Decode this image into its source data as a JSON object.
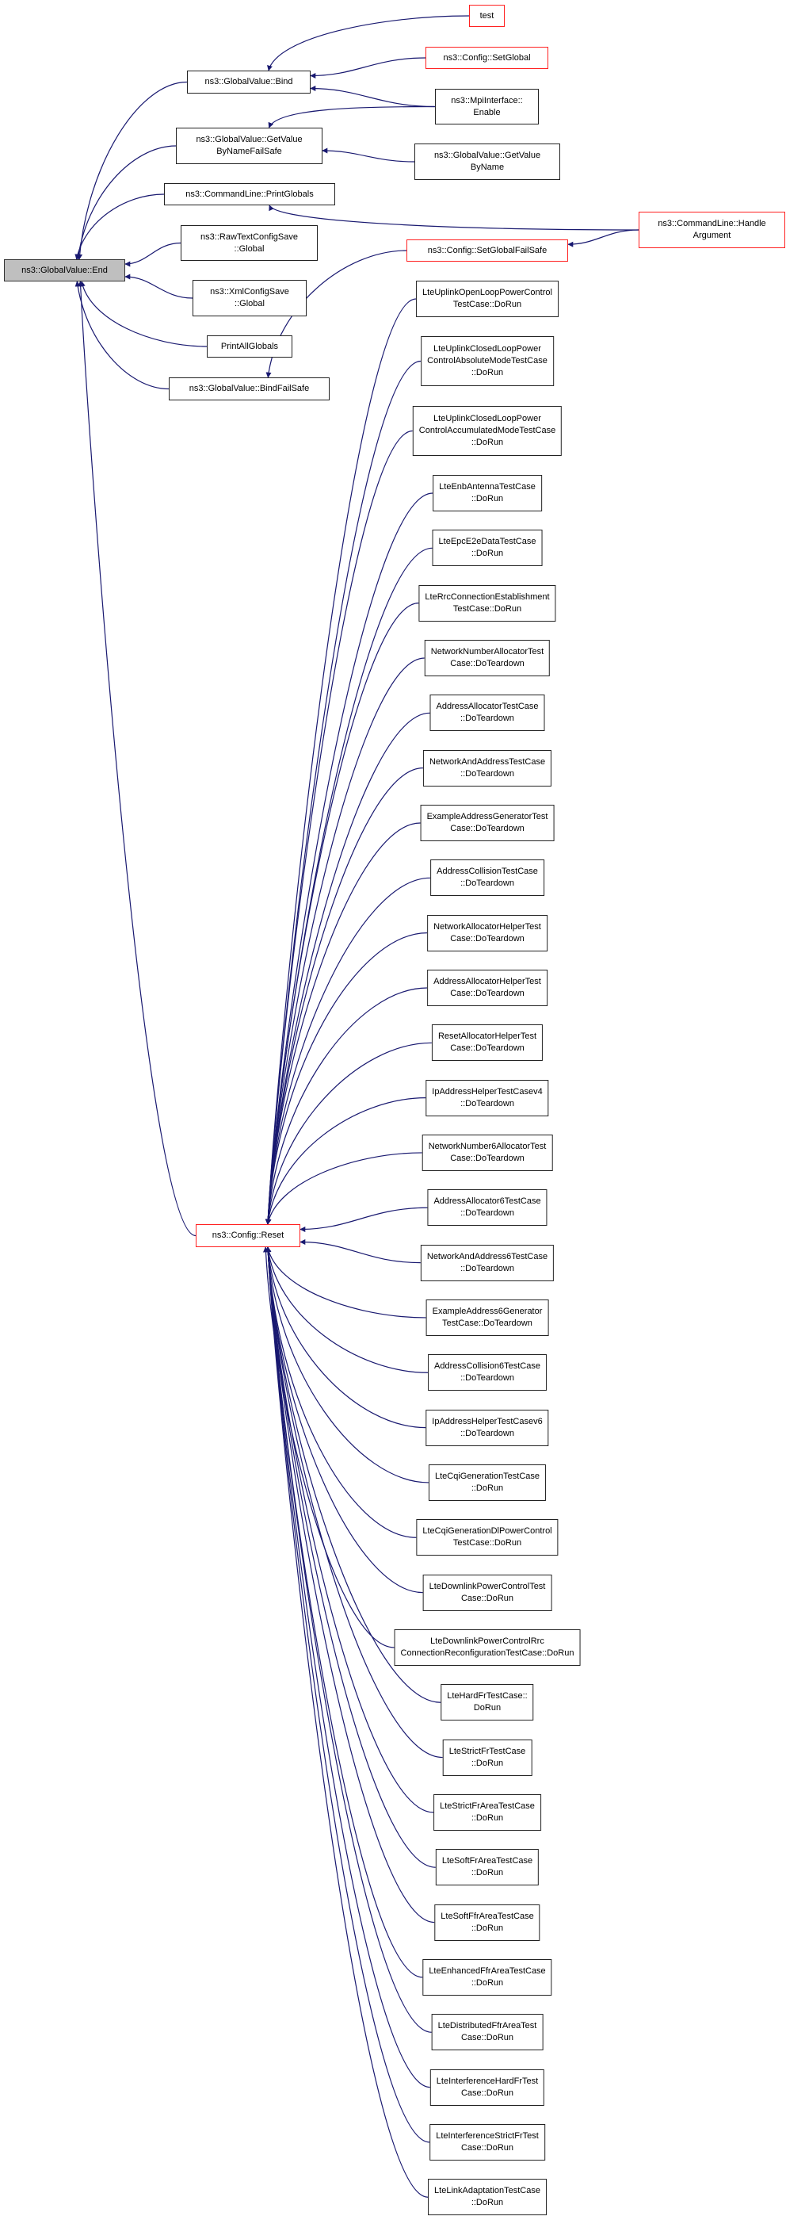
{
  "graph": {
    "edge_color": "#191970",
    "highlight_border": "#ff0000",
    "root_fill": "#bfbfbf",
    "nodes": {
      "end": {
        "text": "ns3::GlobalValue::End"
      },
      "bind": {
        "text": "ns3::GlobalValue::Bind"
      },
      "test": {
        "text": "test"
      },
      "setglobal": {
        "text": "ns3::Config::SetGlobal"
      },
      "mpi": {
        "text": "ns3::MpiInterface::\nEnable"
      },
      "gvbnfs": {
        "text": "ns3::GlobalValue::GetValue\nByNameFailSafe"
      },
      "gvbn": {
        "text": "ns3::GlobalValue::GetValue\nByName"
      },
      "printglobals": {
        "text": "ns3::CommandLine::PrintGlobals"
      },
      "handlearg": {
        "text": "ns3::CommandLine::Handle\nArgument"
      },
      "rawtext": {
        "text": "ns3::RawTextConfigSave\n::Global"
      },
      "setglobalfs": {
        "text": "ns3::Config::SetGlobalFailSafe"
      },
      "xml": {
        "text": "ns3::XmlConfigSave\n::Global"
      },
      "printall": {
        "text": "PrintAllGlobals"
      },
      "bindfs": {
        "text": "ns3::GlobalValue::BindFailSafe"
      },
      "reset": {
        "text": "ns3::Config::Reset"
      }
    },
    "reset_callers": [
      "LteUplinkOpenLoopPowerControl\nTestCase::DoRun",
      "LteUplinkClosedLoopPower\nControlAbsoluteModeTestCase\n::DoRun",
      "LteUplinkClosedLoopPower\nControlAccumulatedModeTestCase\n::DoRun",
      "LteEnbAntennaTestCase\n::DoRun",
      "LteEpcE2eDataTestCase\n::DoRun",
      "LteRrcConnectionEstablishment\nTestCase::DoRun",
      "NetworkNumberAllocatorTest\nCase::DoTeardown",
      "AddressAllocatorTestCase\n::DoTeardown",
      "NetworkAndAddressTestCase\n::DoTeardown",
      "ExampleAddressGeneratorTest\nCase::DoTeardown",
      "AddressCollisionTestCase\n::DoTeardown",
      "NetworkAllocatorHelperTest\nCase::DoTeardown",
      "AddressAllocatorHelperTest\nCase::DoTeardown",
      "ResetAllocatorHelperTest\nCase::DoTeardown",
      "IpAddressHelperTestCasev4\n::DoTeardown",
      "NetworkNumber6AllocatorTest\nCase::DoTeardown",
      "AddressAllocator6TestCase\n::DoTeardown",
      "NetworkAndAddress6TestCase\n::DoTeardown",
      "ExampleAddress6Generator\nTestCase::DoTeardown",
      "AddressCollision6TestCase\n::DoTeardown",
      "IpAddressHelperTestCasev6\n::DoTeardown",
      "LteCqiGenerationTestCase\n::DoRun",
      "LteCqiGenerationDlPowerControl\nTestCase::DoRun",
      "LteDownlinkPowerControlTest\nCase::DoRun",
      "LteDownlinkPowerControlRrc\nConnectionReconfigurationTestCase::DoRun",
      "LteHardFrTestCase::\nDoRun",
      "LteStrictFrTestCase\n::DoRun",
      "LteStrictFrAreaTestCase\n::DoRun",
      "LteSoftFrAreaTestCase\n::DoRun",
      "LteSoftFfrAreaTestCase\n::DoRun",
      "LteEnhancedFfrAreaTestCase\n::DoRun",
      "LteDistributedFfrAreaTest\nCase::DoRun",
      "LteInterferenceHardFrTest\nCase::DoRun",
      "LteInterferenceStrictFrTest\nCase::DoRun",
      "LteLinkAdaptationTestCase\n::DoRun"
    ],
    "edges": [
      [
        "bind",
        "end"
      ],
      [
        "gvbnfs",
        "end"
      ],
      [
        "printglobals",
        "end"
      ],
      [
        "rawtext",
        "end"
      ],
      [
        "xml",
        "end"
      ],
      [
        "printall",
        "end"
      ],
      [
        "bindfs",
        "end"
      ],
      [
        "reset",
        "end"
      ],
      [
        "test",
        "bind"
      ],
      [
        "setglobal",
        "bind"
      ],
      [
        "mpi",
        "bind"
      ],
      [
        "mpi",
        "gvbnfs"
      ],
      [
        "gvbn",
        "gvbnfs"
      ],
      [
        "handlearg",
        "printglobals"
      ],
      [
        "handlearg",
        "setglobalfs"
      ],
      [
        "setglobalfs",
        "bindfs"
      ]
    ]
  }
}
